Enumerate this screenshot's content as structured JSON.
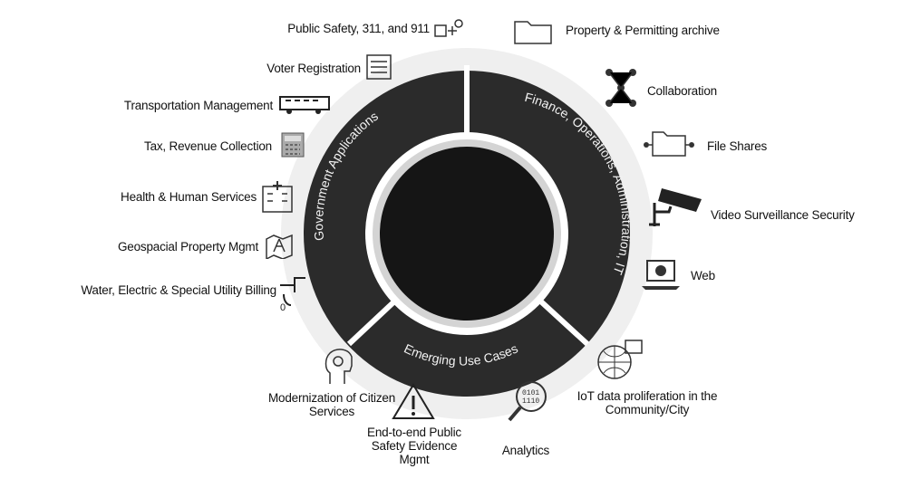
{
  "ring": {
    "segment_left": "Government Applications",
    "segment_right": "Finance, Operations, Administration, IT",
    "segment_bottom": "Emerging Use Cases",
    "center_line_1": "",
    "center_line_2": ""
  },
  "left_items": [
    {
      "label": "Public Safety, 311, and 911",
      "icon": "phone-network-icon"
    },
    {
      "label": "Voter Registration",
      "icon": "ballot-form-icon"
    },
    {
      "label": "Transportation Management",
      "icon": "train-icon"
    },
    {
      "label": "Tax, Revenue Collection",
      "icon": "calculator-icon"
    },
    {
      "label": "Health & Human Services",
      "icon": "hospital-building-icon"
    },
    {
      "label": "Geospacial Property Mgmt",
      "icon": "map-pin-icon"
    },
    {
      "label": "Water, Electric & Special Utility Billing",
      "icon": "utility-meter-icon"
    }
  ],
  "right_items": [
    {
      "label": "Property & Permitting archive",
      "icon": "folder-archive-icon"
    },
    {
      "label": "Collaboration",
      "icon": "people-network-icon"
    },
    {
      "label": "File Shares",
      "icon": "shared-folder-icon"
    },
    {
      "label": "Video Surveillance Security",
      "icon": "security-camera-icon"
    },
    {
      "label": "Web",
      "icon": "laptop-globe-icon"
    }
  ],
  "bottom_items": [
    {
      "label": "Modernization of Citizen Services",
      "icon": "head-gears-icon"
    },
    {
      "label": "End-to-end Public Safety Evidence Mgmt",
      "icon": "warning-triangle-icon"
    },
    {
      "label": "Analytics",
      "icon": "magnifier-binary-icon"
    },
    {
      "label": "IoT data proliferation in the Community/City",
      "icon": "globe-network-icon"
    }
  ],
  "colors": {
    "ring": "#2b2b2b",
    "center": "#151515",
    "halo": "#d9d9d9",
    "text": "#111111"
  }
}
